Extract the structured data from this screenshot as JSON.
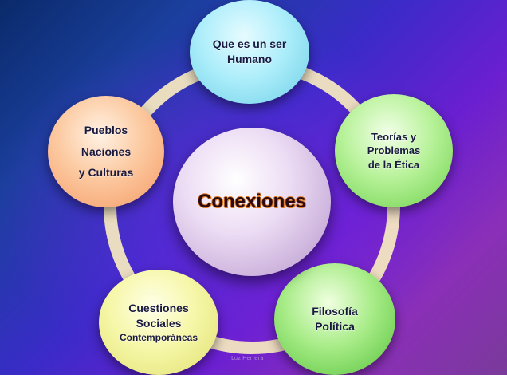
{
  "center": {
    "label": "Conexiones"
  },
  "nodes": {
    "human": {
      "lines": [
        "Que es un ser",
        "Humano"
      ]
    },
    "etica": {
      "lines": [
        "Teorías y",
        "Problemas",
        "de la Ética"
      ]
    },
    "filo": {
      "lines": [
        "Filosofía",
        "Política"
      ]
    },
    "soc": {
      "lines": [
        "Cuestiones",
        "Sociales",
        "Contemporáneas"
      ]
    },
    "pueblos": {
      "lines": [
        "Pueblos",
        "Naciones",
        "y Culturas"
      ]
    }
  },
  "watermark": "Luz Herrera",
  "colors": {
    "ring": "#f3e6c0",
    "human": "#aeeefb",
    "etica": "#b8f29a",
    "filo": "#a8ec88",
    "soc": "#f6f7a8",
    "pueblos": "#fcc9a0",
    "center": "#ecdcf4"
  }
}
